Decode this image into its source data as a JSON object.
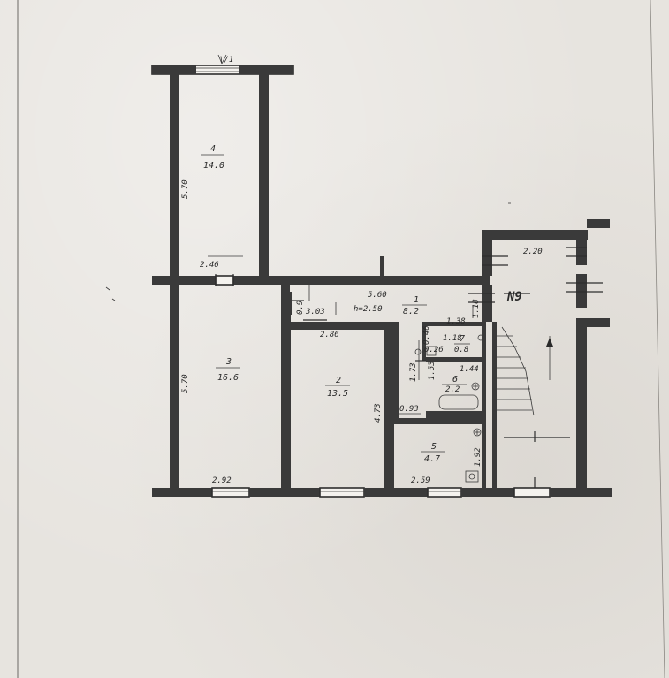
{
  "sheet": {
    "marker_top": "\\/1",
    "apartment_number": "N9"
  },
  "rooms": [
    {
      "id": "1",
      "area": "8.2"
    },
    {
      "id": "2",
      "area": "13.5"
    },
    {
      "id": "3",
      "area": "16.6"
    },
    {
      "id": "4",
      "area": "14.0"
    },
    {
      "id": "5",
      "area": "4.7"
    },
    {
      "id": "6",
      "area": "2.2"
    },
    {
      "id": "7",
      "area": "0.8"
    }
  ],
  "dimensions": {
    "room4_height": "5.70",
    "room4_width": "2.46",
    "corridor_length": "5.60",
    "ceiling_height": "h=2.50",
    "room2_top": "3.03",
    "room2_width": "2.86",
    "room2_height": "4.73",
    "room3_height": "5.70",
    "room3_width": "2.92",
    "room5_width": "2.59",
    "room5_height": "1.92",
    "bath_width": "1.44",
    "wc_width": "1.38",
    "wc_depth": "1.18",
    "corridor_end": "1.18",
    "stair_width": "2.20",
    "dim_093": "0.93",
    "dim_173": "1.73",
    "dim_153": "1.53",
    "dim_046": "0.46",
    "dim_026": "0.26",
    "dim_119": "1.19",
    "dim_09": "0.9"
  },
  "colors": {
    "paper": "#e7e4df",
    "ink": "#2a2a2a",
    "wall": "#3a3a3a"
  }
}
